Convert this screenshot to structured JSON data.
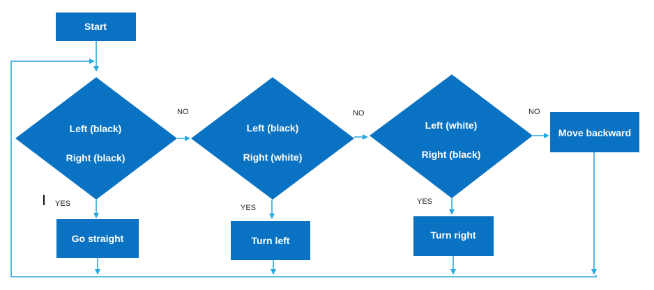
{
  "colors": {
    "shape_fill": "#0a72c2",
    "connector": "#29a8e0",
    "text": "#ffffff",
    "label_text": "#222222"
  },
  "nodes": {
    "start": {
      "label": "Start"
    },
    "decision_1": {
      "line1": "Left (black)",
      "line2": "Right (black)"
    },
    "decision_2": {
      "line1": "Left (black)",
      "line2": "Right (white)"
    },
    "decision_3": {
      "line1": "Left (white)",
      "line2": "Right (black)"
    },
    "go_straight": {
      "label": "Go straight"
    },
    "turn_left": {
      "label": "Turn left"
    },
    "turn_right": {
      "label": "Turn right"
    },
    "move_backward": {
      "label": "Move backward"
    }
  },
  "edge_labels": {
    "d1_yes": "YES",
    "d1_no": "NO",
    "d2_yes": "YES",
    "d2_no": "NO",
    "d3_yes": "YES",
    "d3_no": "NO"
  }
}
